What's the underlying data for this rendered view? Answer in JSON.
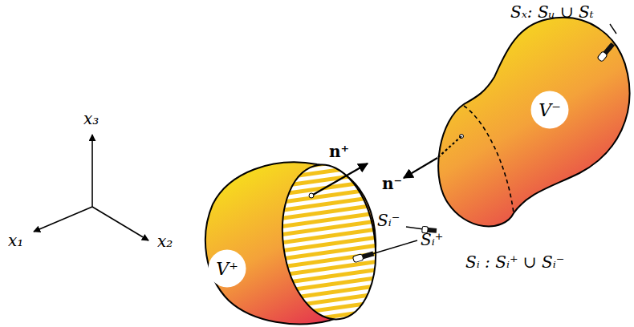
{
  "diagram": {
    "nodes": [
      {
        "text": [
          "V⁺"
        ]
      },
      {
        "text": [
          "V⁻"
        ]
      }
    ],
    "labels": [
      "x₃",
      "x₁",
      "x₂",
      "n⁺",
      "n⁻",
      "Sₓ: Sᵤ ∪ Sₜ",
      "Sᵢ⁻",
      "Sᵢ⁺",
      "Sᵢ : Sᵢ⁺ ∪ Sᵢ⁻"
    ]
  }
}
